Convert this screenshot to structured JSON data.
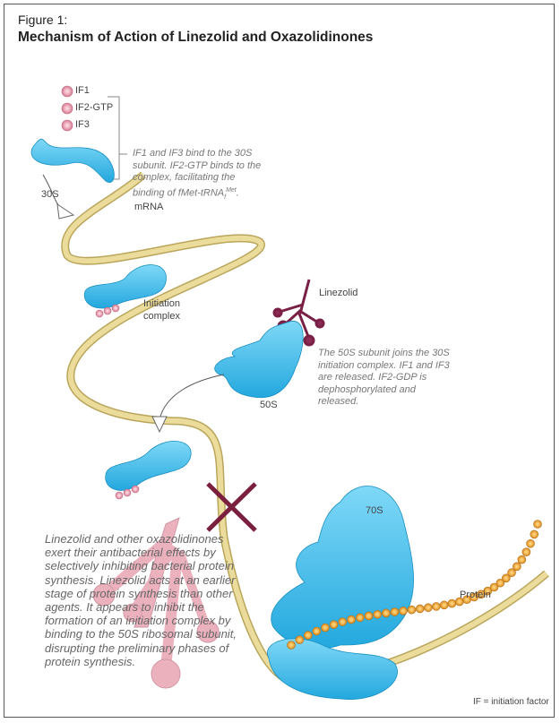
{
  "figure_label": "Figure 1:",
  "title": "Mechanism of Action of Linezolid and Oxazolidinones",
  "factors": [
    "IF1",
    "IF2-GTP",
    "IF3"
  ],
  "labels": {
    "s30": "30S",
    "mrna": "mRNA",
    "initiation_line1": "Initiation",
    "initiation_line2": "complex",
    "linezolid": "Linezolid",
    "s50": "50S",
    "s70": "70S",
    "protein": "Protein"
  },
  "notes": {
    "step1": "IF1 and IF3 bind to the 30S subunit. IF2-GTP binds to the complex, facilitating the binding of fMet-tRNA",
    "step1_sub": "f",
    "step1_sup": "Met",
    "step1_end": ".",
    "step2": "The 50S subunit joins the 30S initiation complex. IF1 and IF3 are released. IF2-GDP is dephosphorylated and released.",
    "summary": "Linezolid and other oxazolidinones exert their antibacterial effects by selectively inhibiting bacterial protein synthesis. Linezolid acts at an earlier stage of protein synthesis than other agents. It appears to inhibit the formation of an initiation complex by binding to the 50S ribosomal subunit, disrupting the preliminary phases of protein synthesis."
  },
  "footnote": "IF = initiation factor",
  "colors": {
    "ribosome": "#4cc4ef",
    "mrna": "#e6d590",
    "factor": "#f0a8b8",
    "linezolid": "#7a1f45",
    "protein": "#f0a030",
    "block": "#7a1f3d"
  }
}
